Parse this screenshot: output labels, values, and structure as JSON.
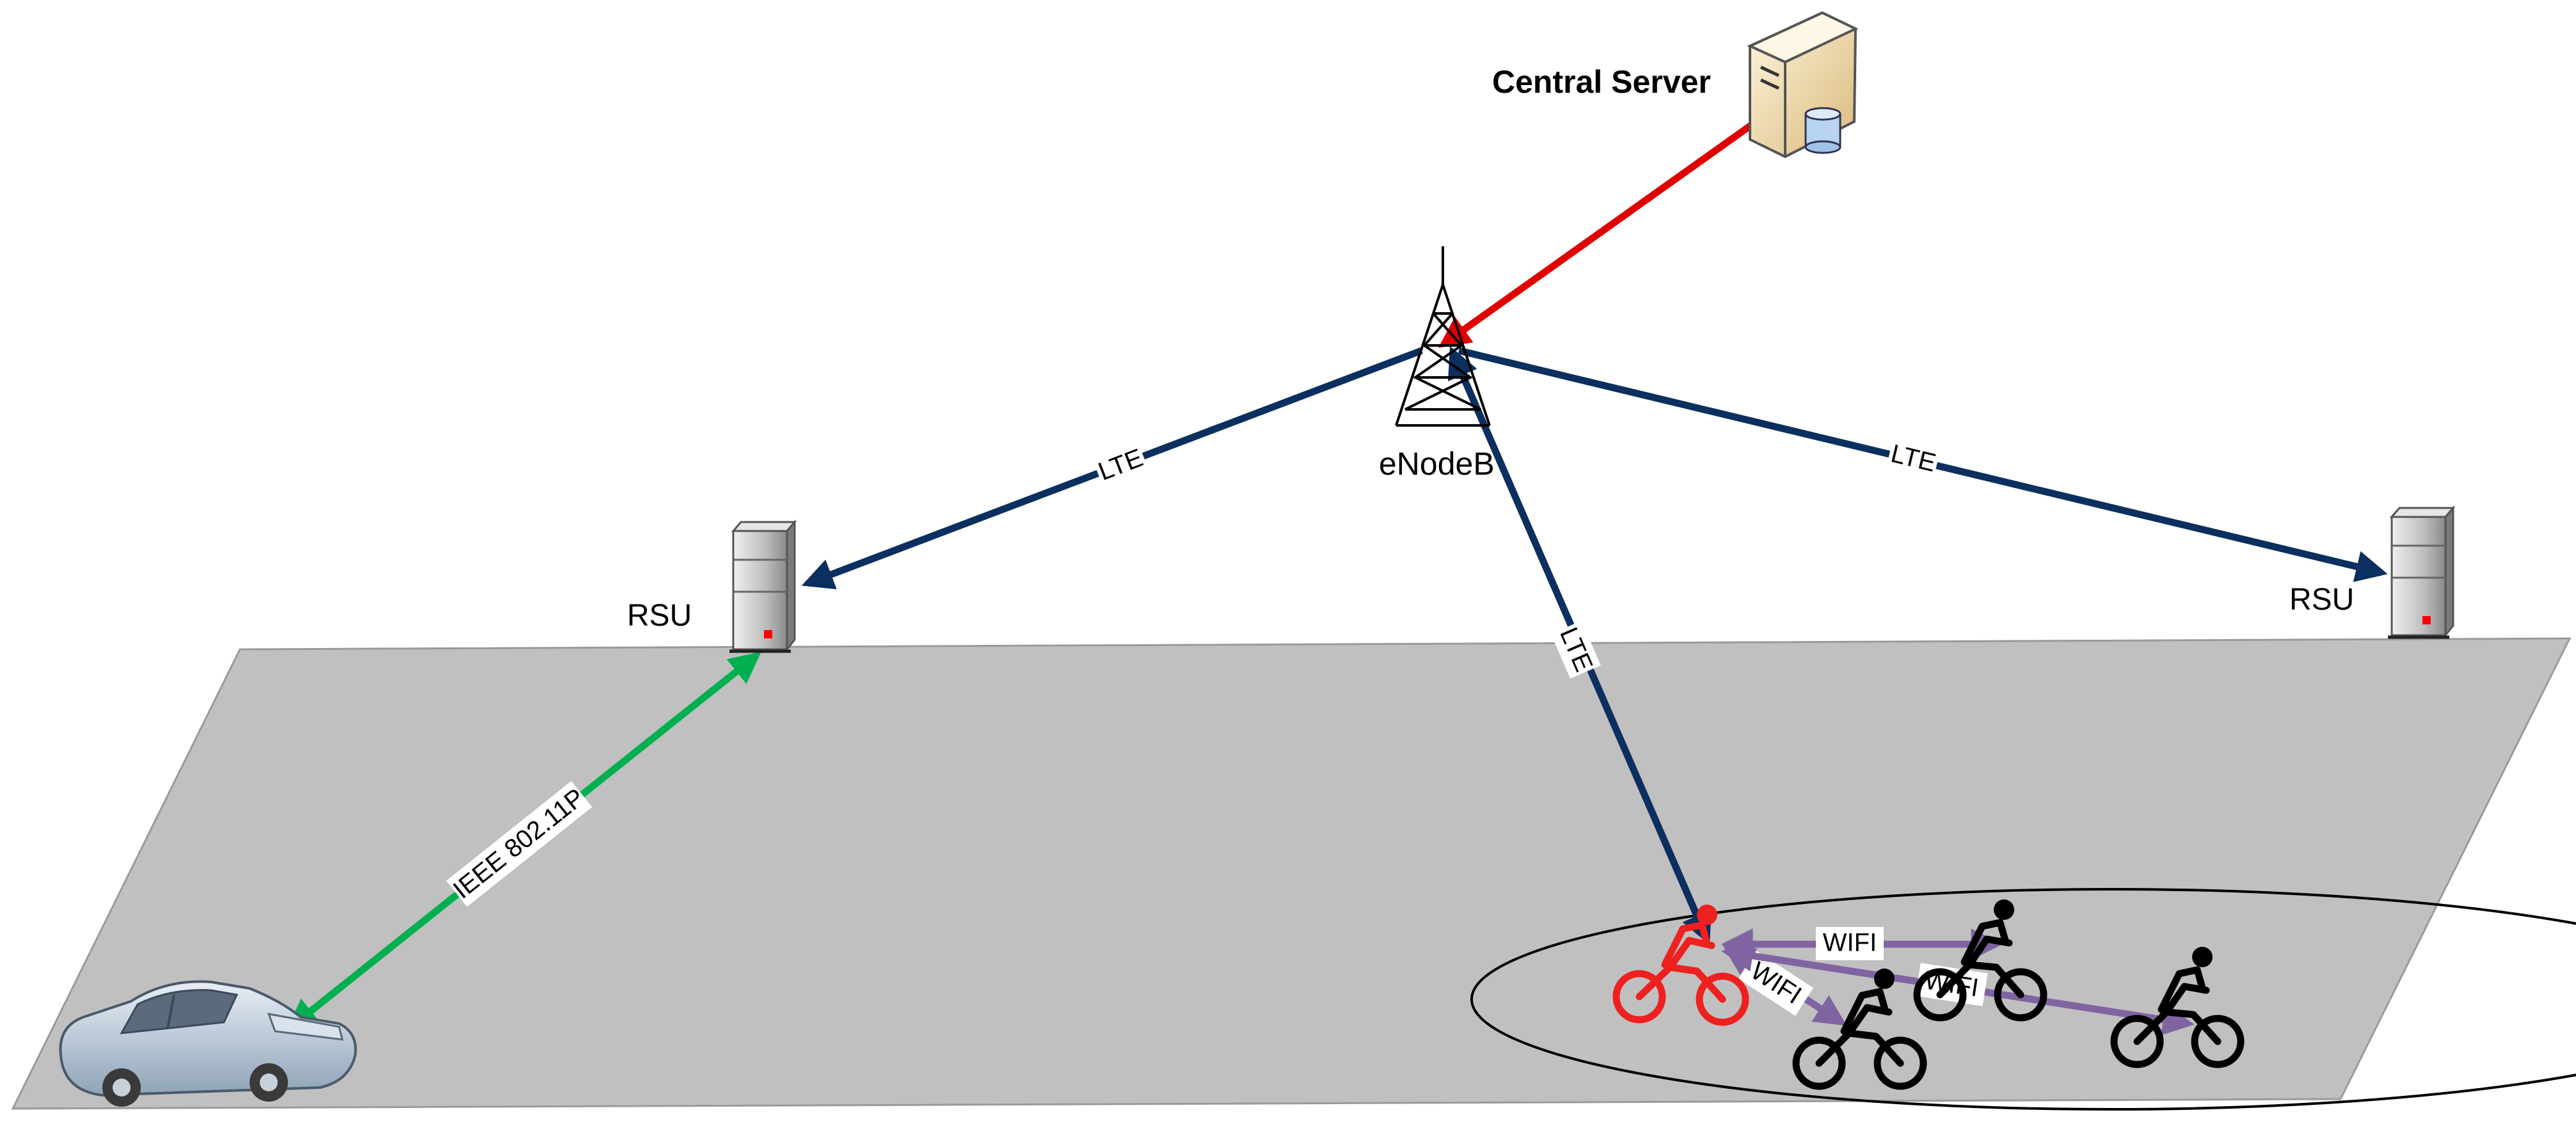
{
  "nodes": {
    "server": {
      "label": "Central Server",
      "icon": "server-icon"
    },
    "enodeb": {
      "label": "eNodeB",
      "icon": "cell-tower-icon"
    },
    "rsu_left": {
      "label": "RSU",
      "icon": "rsu-server-icon"
    },
    "rsu_right": {
      "label": "RSU",
      "icon": "rsu-server-icon"
    },
    "car": {
      "icon": "car-icon"
    },
    "cyclists": {
      "icon": "cyclist-icon",
      "leader_icon": "cyclist-icon"
    }
  },
  "links": {
    "server_enodeb": {
      "label": "",
      "color": "#e00000"
    },
    "enodeb_rsu_left": {
      "label": "LTE",
      "color": "#0b2f5e"
    },
    "enodeb_rsu_right": {
      "label": "LTE",
      "color": "#0b2f5e"
    },
    "enodeb_cyclist": {
      "label": "LTE",
      "color": "#0b2f5e"
    },
    "rsu_car": {
      "label": "IEEE 802.11P",
      "color": "#00b050"
    },
    "wifi_1": {
      "label": "WIFI",
      "color": "#8064a2"
    },
    "wifi_2": {
      "label": "WIFI",
      "color": "#8064a2"
    },
    "wifi_3": {
      "label": "WIFI",
      "color": "#8064a2"
    }
  },
  "colors": {
    "road": "#c0c0c0",
    "leader_cyclist": "#ee2020",
    "cyclist": "#000000"
  }
}
